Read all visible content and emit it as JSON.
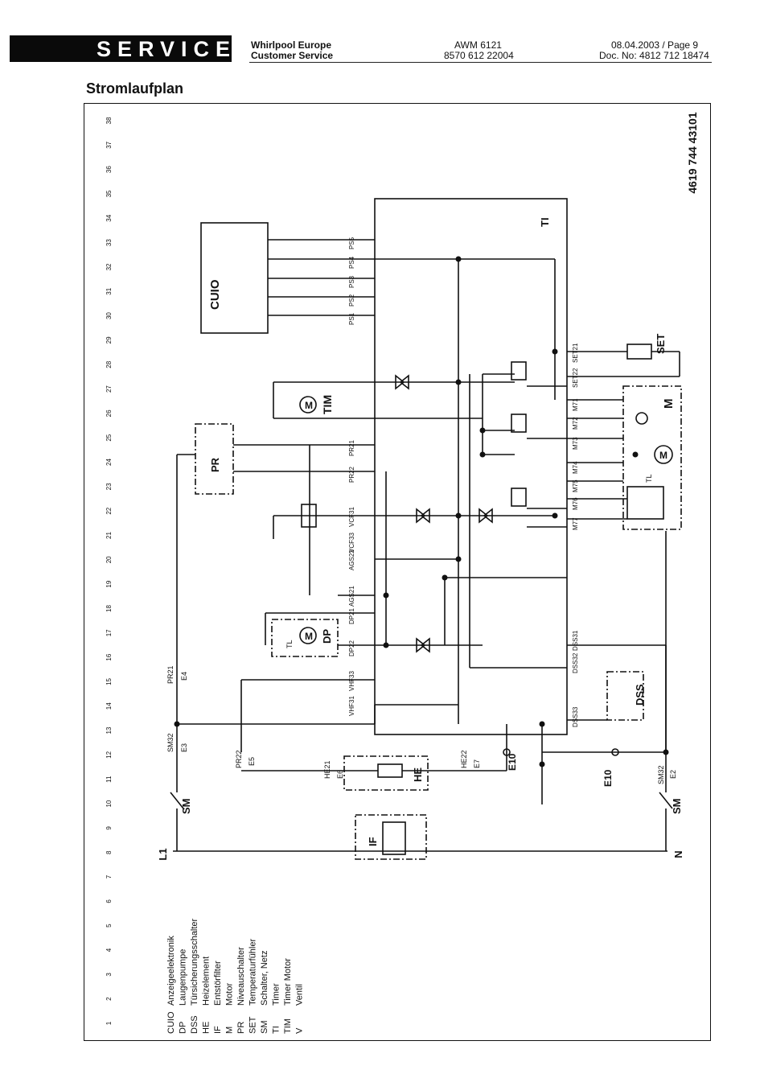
{
  "header": {
    "service_label": "SERVICE",
    "company": "Whirlpool Europe",
    "department": "Customer Service",
    "model": "AWM 6121",
    "model_number": "8570 612 22004",
    "date_page": "08.04.2003 / Page 9",
    "doc_number": "Doc. No: 4812 712 18474"
  },
  "page_title": "Stromlaufplan",
  "drawing_number": "4619 744 43101",
  "column_numbers": [
    "1",
    "2",
    "3",
    "4",
    "5",
    "6",
    "7",
    "8",
    "9",
    "10",
    "11",
    "12",
    "13",
    "14",
    "15",
    "16",
    "17",
    "18",
    "19",
    "20",
    "21",
    "22",
    "23",
    "24",
    "25",
    "26",
    "27",
    "28",
    "29",
    "30",
    "31",
    "32",
    "33",
    "34",
    "35",
    "36",
    "37",
    "38"
  ],
  "legend": [
    {
      "code": "CUIO",
      "text": "Anzeigeelektronik"
    },
    {
      "code": "DP",
      "text": "Laugenpumpe"
    },
    {
      "code": "DSS",
      "text": "Türsicherungsschalter"
    },
    {
      "code": "HE",
      "text": "Heizelement"
    },
    {
      "code": "IF",
      "text": "Entstörfilter"
    },
    {
      "code": "M",
      "text": "Motor"
    },
    {
      "code": "PR",
      "text": "Niveauschalter"
    },
    {
      "code": "SET",
      "text": "Temperaturfühler"
    },
    {
      "code": "SM",
      "text": "Schalter, Netz"
    },
    {
      "code": "TI",
      "text": "Timer"
    },
    {
      "code": "TIM",
      "text": "Timer Motor"
    },
    {
      "code": "V",
      "text": "Ventil"
    }
  ],
  "components": {
    "cuio": "CUIO",
    "ti": "TI",
    "tim": "TIM",
    "pr": "PR",
    "dp": "DP",
    "dss": "DSS",
    "he": "HE",
    "if": "IF",
    "sm_top": "SM",
    "sm_bottom": "SM",
    "set": "SET",
    "motor": "M",
    "tl": "TL",
    "e10_top": "E10",
    "e10_bottom": "E10",
    "l1": "L1",
    "n": "N"
  },
  "terminals": {
    "cuio_pins": [
      "PS1",
      "PS2",
      "PS3",
      "PS4",
      "PS5"
    ],
    "right_pins": [
      "SET21",
      "SET22",
      "M71",
      "M72",
      "M73",
      "M74",
      "M75",
      "M76",
      "M77"
    ],
    "left_pins": [
      "PR21",
      "PR22",
      "VCF31",
      "VCF33",
      "AGS22",
      "AGS21",
      "DP21",
      "DP22",
      "VHF33",
      "VHF31"
    ],
    "dss_pins": [
      "DSS31",
      "DSS32",
      "DSS33"
    ],
    "edge_labels": [
      "PR21",
      "E4",
      "SM32",
      "E3",
      "PR22",
      "E5",
      "HE21",
      "E6",
      "HE22",
      "E7",
      "SM32",
      "E2"
    ]
  }
}
